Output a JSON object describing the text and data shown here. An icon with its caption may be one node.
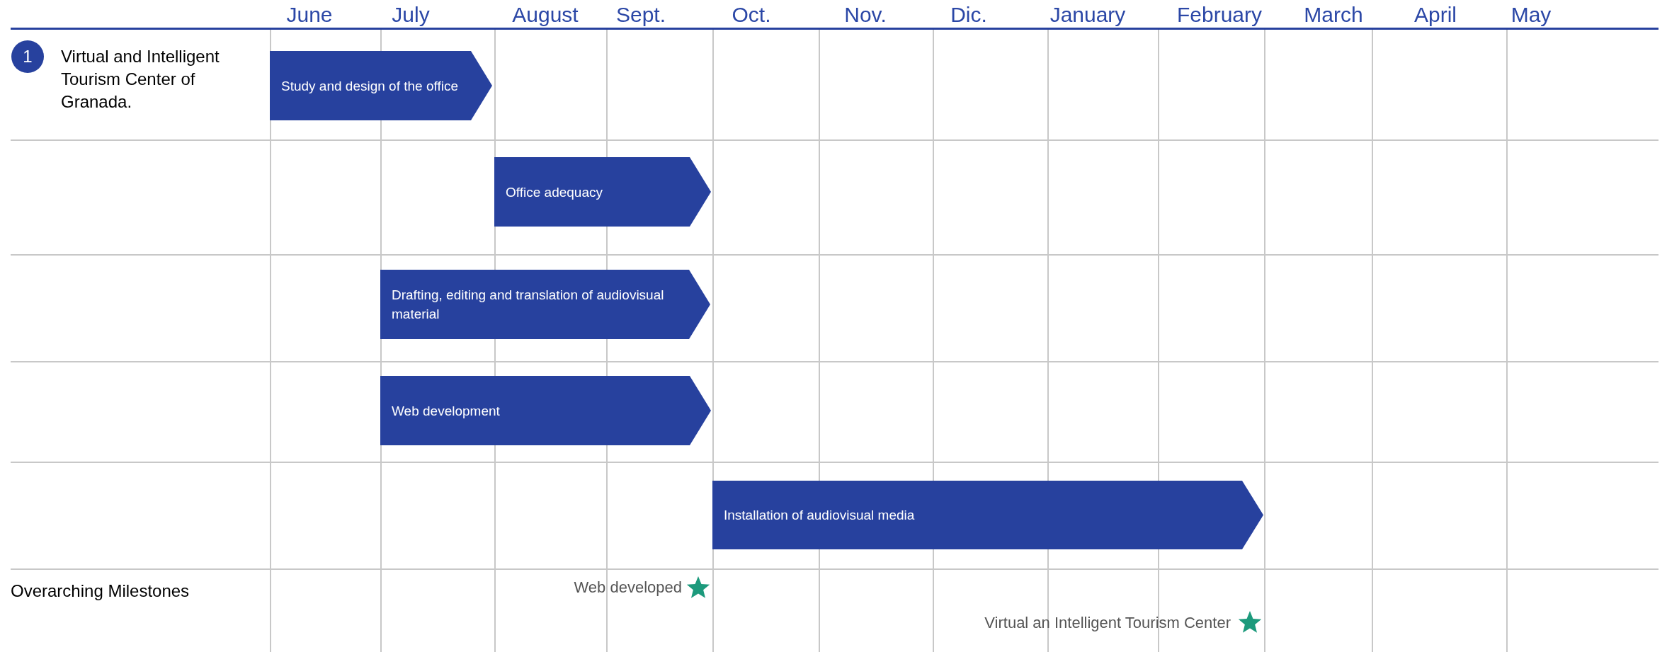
{
  "diagram": {
    "nodes": [
      {
        "text": [
          "1"
        ],
        "beside": [
          "Virtual and Intelligent Tourism Center of Granada."
        ]
      },
      {
        "text": [
          "Study and design of the office"
        ]
      },
      {
        "text": [
          "Office adequacy"
        ]
      },
      {
        "text": [
          "Drafting, editing and translation of audiovisual material"
        ]
      },
      {
        "text": [
          "Web development"
        ]
      },
      {
        "text": [
          "Installation of audiovisual media"
        ]
      }
    ],
    "labels": [
      "June",
      "July",
      "August",
      "Sept.",
      "Oct.",
      "Nov.",
      "Dic.",
      "January",
      "February",
      "March",
      "April",
      "May",
      "Overarching Milestones",
      "Web developed",
      "Virtual an Intelligent Tourism Center"
    ]
  }
}
